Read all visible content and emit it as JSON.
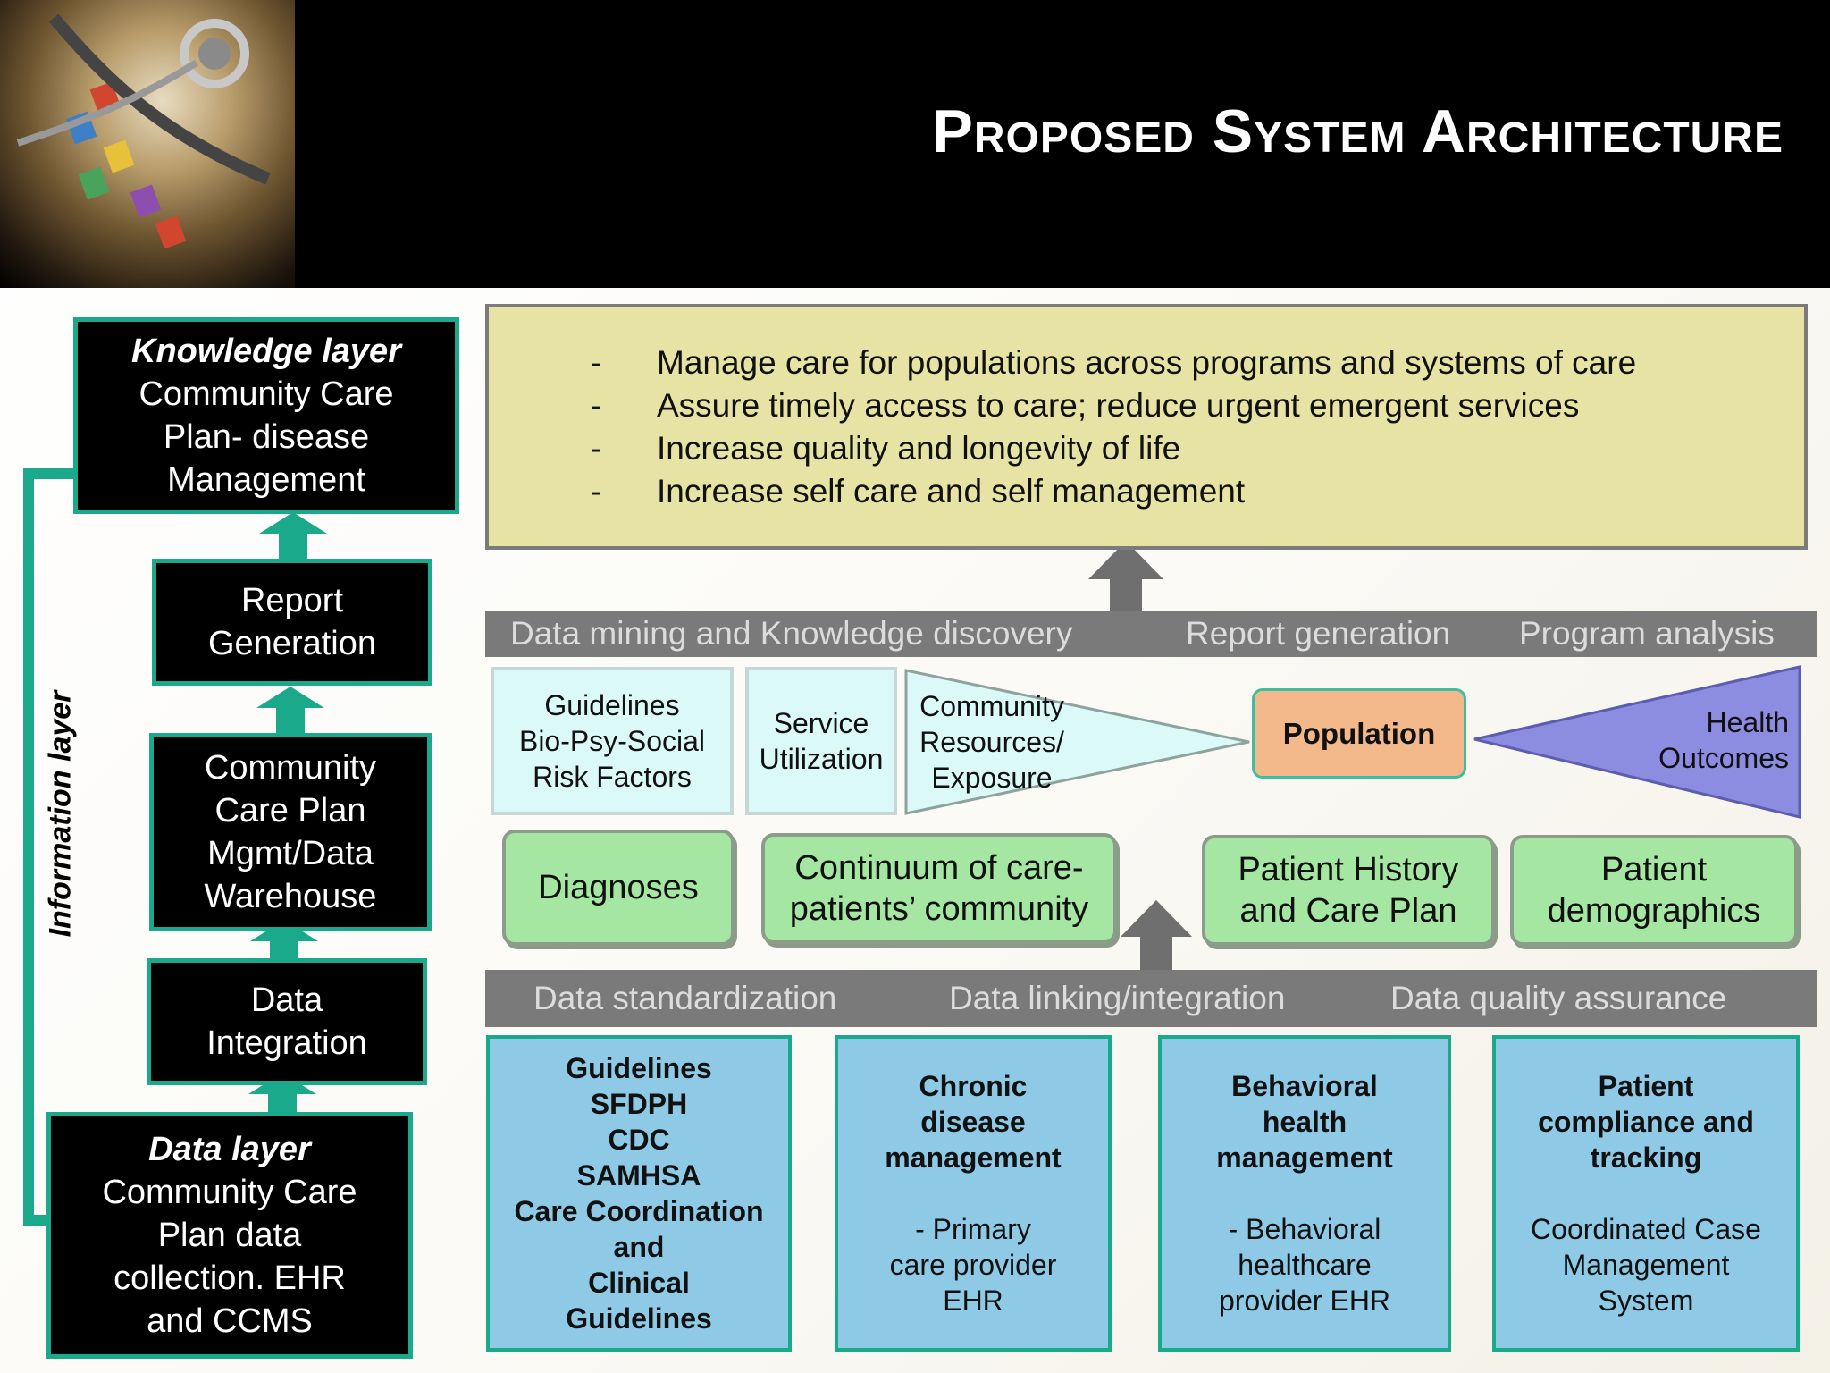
{
  "header": {
    "title": "Proposed System Architecture"
  },
  "left_column": {
    "knowledge_layer": {
      "heading": "Knowledge layer",
      "text": "Community Care\nPlan- disease\nManagement"
    },
    "report_generation": "Report\nGeneration",
    "care_plan_mgmt": "Community\nCare Plan\nMgmt/Data\nWarehouse",
    "data_integration": "Data\nIntegration",
    "data_layer": {
      "heading": "Data layer",
      "text": "Community Care\nPlan data\ncollection. EHR\nand CCMS"
    },
    "information_layer_label": "Information layer"
  },
  "goals": [
    {
      "dash": "-",
      "text": "Manage care for populations across programs and systems of care"
    },
    {
      "dash": "-",
      "text": "Assure timely access to care; reduce urgent emergent services"
    },
    {
      "dash": "-",
      "text": "Increase quality and longevity of life"
    },
    {
      "dash": "-",
      "text": "Increase self care and self management"
    }
  ],
  "upper_band": [
    "Data mining and Knowledge discovery",
    "Report generation",
    "Program analysis"
  ],
  "factors": {
    "guidelines_risk": "Guidelines\nBio-Psy-Social\nRisk Factors",
    "service_utilization": "Service\nUtilization",
    "community_resources": "Community\nResources/\nExposure",
    "population": "Population",
    "health_outcomes": "Health\nOutcomes"
  },
  "patient_data": {
    "diagnoses": "Diagnoses",
    "continuum": "Continuum of care-\npatients’ community",
    "history": "Patient History\nand Care Plan",
    "demographics": "Patient\ndemographics"
  },
  "lower_band": [
    "Data standardization",
    "Data linking/integration",
    "Data quality assurance"
  ],
  "sources": [
    {
      "title": "Guidelines\nSFDPH\nCDC\nSAMHSA\nCare Coordination\nand\nClinical\nGuidelines",
      "note": ""
    },
    {
      "title": "Chronic\ndisease\nmanagement",
      "note": "- Primary\ncare provider\nEHR"
    },
    {
      "title": "Behavioral\nhealth\nmanagement",
      "note": "- Behavioral\nhealthcare\nprovider EHR"
    },
    {
      "title": "Patient\ncompliance and\ntracking",
      "note": "Coordinated Case\nManagement\nSystem"
    }
  ],
  "colors": {
    "teal_accent": "#1aa98a",
    "goals_fill": "#e6e3a5",
    "band_grey": "#7a7a7a",
    "cyan_fill": "#dbfaf7",
    "green_fill": "#a6e6a3",
    "population_fill": "#f4b98b",
    "outcomes_fill": "#8c8ce0",
    "source_fill": "#8ecae6"
  }
}
